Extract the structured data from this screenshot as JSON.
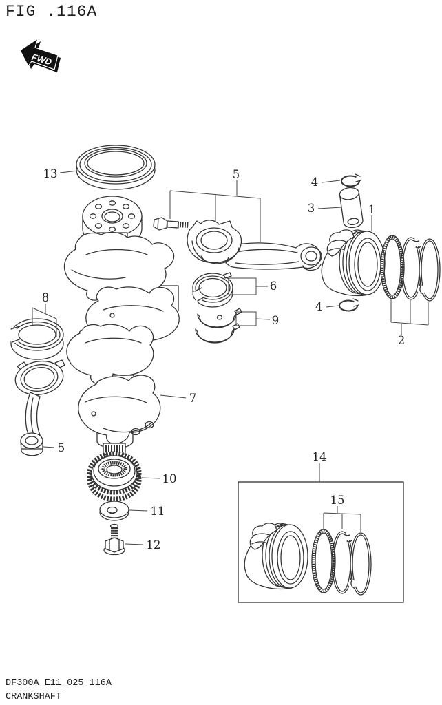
{
  "figure": {
    "title": "FIG .116A",
    "code": "DF300A_E11_025_116A",
    "name": "CRANKSHAFT"
  },
  "fwd_icon": {
    "label": "FWD"
  },
  "colors": {
    "ink": "#333333",
    "background": "#ffffff"
  },
  "callouts": {
    "n1": "1",
    "n2": "2",
    "n3": "3",
    "n4a": "4",
    "n4b": "4",
    "n5a": "5",
    "n5b": "5",
    "n6": "6",
    "n7": "7",
    "n8": "8",
    "n9": "9",
    "n10": "10",
    "n11": "11",
    "n12": "12",
    "n13": "13",
    "n14": "14",
    "n15": "15"
  }
}
